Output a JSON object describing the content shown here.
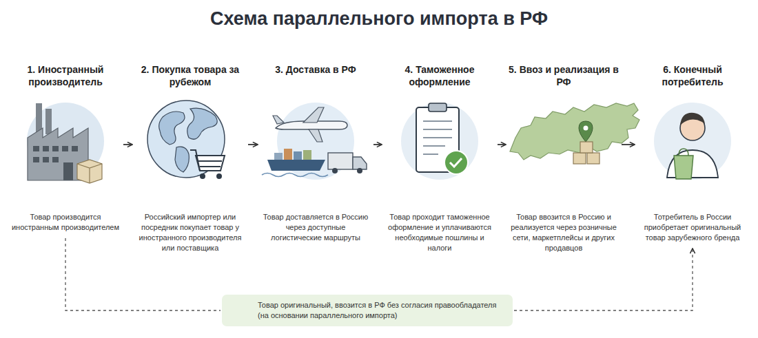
{
  "diagram": {
    "title": "Схема параллельного импорта в РФ",
    "nodes": [
      {
        "text": [
          "1. Иностранный производитель",
          "Товар производится иностранным производителем"
        ]
      },
      {
        "text": [
          "2. Покупка товара за рубежом",
          "Российский импортер или посредник покупает товар у иностранного производителя или поставщика"
        ]
      },
      {
        "text": [
          "3. Доставка в РФ",
          "Товар доставляется в Россию через доступные логистические маршруты"
        ]
      },
      {
        "text": [
          "4. Таможенное оформление",
          "Товар проходит таможенное оформление и уплачиваются необходимые пошлины и налоги"
        ]
      },
      {
        "text": [
          "5. Ввоз и реализация в РФ",
          "Товар ввозится в Россию и реализуется через розничные сети, маркетплейсы и других продавцов"
        ]
      },
      {
        "text": [
          "6. Конечный потребитель",
          "Тотребитель в России приобретает оригинальный товар зарубежного бренда"
        ]
      },
      {
        "text": [
          "Товар оригинальный, ввозится в РФ без согласия правообладателя (на основании параллельного импорта)"
        ]
      }
    ],
    "edges": [
      {
        "from": 0,
        "to": 1,
        "arrow": "to"
      },
      {
        "from": 1,
        "to": 2,
        "arrow": "to"
      },
      {
        "from": 2,
        "to": 3,
        "arrow": "to"
      },
      {
        "from": 3,
        "to": 4,
        "arrow": "to"
      },
      {
        "from": 4,
        "to": 5,
        "arrow": "to"
      },
      {
        "from": 0,
        "to": 6,
        "arrow": "none"
      },
      {
        "from": 6,
        "to": 5,
        "arrow": "to"
      }
    ]
  }
}
